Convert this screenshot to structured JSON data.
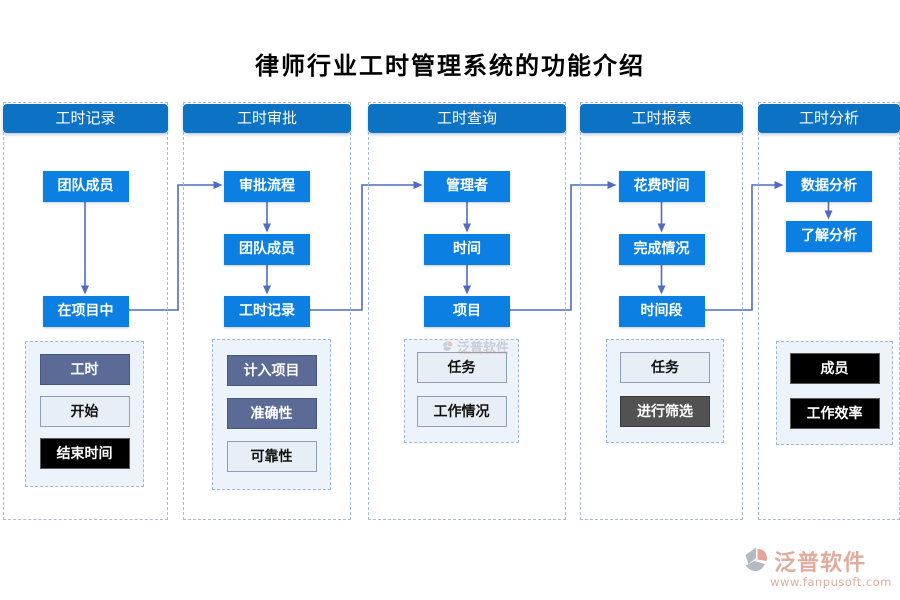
{
  "title": "律师行业工时管理系统的功能介绍",
  "colors": {
    "header_blue": "#0c72c4",
    "node_blue": "#0b80e2",
    "arrow_blue": "#4f6bc5",
    "panel_bg": "#edf3fa",
    "slate_box": "#5b6b95",
    "light_box": "#e8eef6",
    "black_box": "#000000",
    "darkgray_box": "#525252",
    "logo_salmon": "#d8907d"
  },
  "columns": [
    {
      "header": "工时记录",
      "flow": [
        "团队成员",
        "在项目中"
      ],
      "features": [
        {
          "label": "工时",
          "style": "slate"
        },
        {
          "label": "开始",
          "style": "light"
        },
        {
          "label": "结束时间",
          "style": "black"
        }
      ]
    },
    {
      "header": "工时审批",
      "flow": [
        "审批流程",
        "团队成员",
        "工时记录"
      ],
      "features": [
        {
          "label": "计入项目",
          "style": "slate"
        },
        {
          "label": "准确性",
          "style": "slate"
        },
        {
          "label": "可靠性",
          "style": "light"
        }
      ]
    },
    {
      "header": "工时查询",
      "flow": [
        "管理者",
        "时间",
        "项目"
      ],
      "features": [
        {
          "label": "任务",
          "style": "light"
        },
        {
          "label": "工作情况",
          "style": "light"
        }
      ]
    },
    {
      "header": "工时报表",
      "flow": [
        "花费时间",
        "完成情况",
        "时间段"
      ],
      "features": [
        {
          "label": "任务",
          "style": "light"
        },
        {
          "label": "进行筛选",
          "style": "darkgray"
        }
      ]
    },
    {
      "header": "工时分析",
      "flow": [
        "数据分析",
        "了解分析"
      ],
      "features": [
        {
          "label": "成员",
          "style": "black"
        },
        {
          "label": "工作效率",
          "style": "black"
        }
      ]
    }
  ],
  "watermark": {
    "brand": "泛普软件"
  },
  "logo": {
    "brand": "泛普软件",
    "url": "www.fanpusoft.com"
  }
}
